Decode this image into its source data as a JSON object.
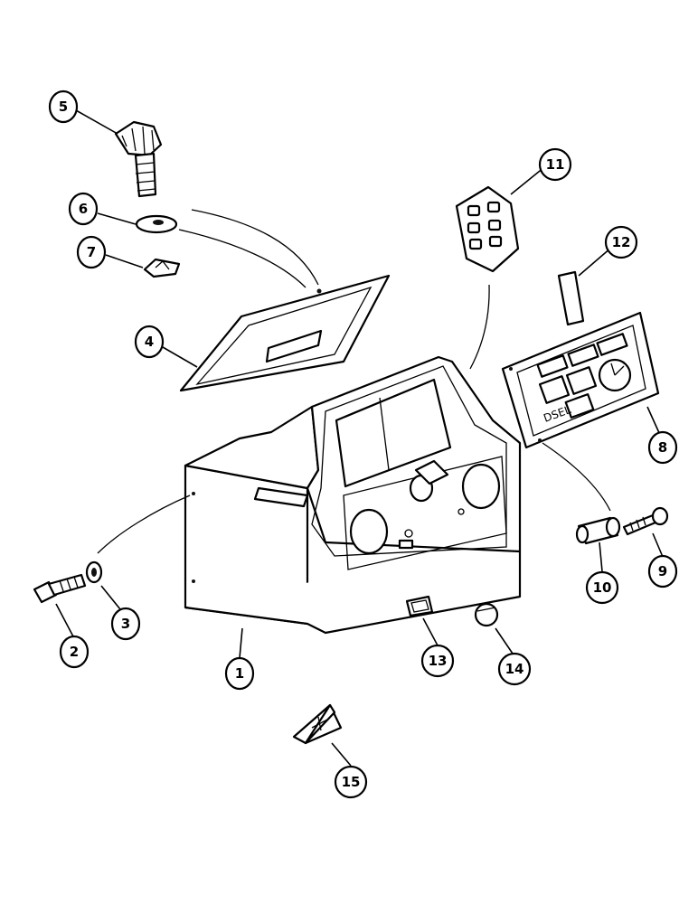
{
  "diagram": {
    "callouts": [
      {
        "id": "1",
        "label": "1"
      },
      {
        "id": "2",
        "label": "2"
      },
      {
        "id": "3",
        "label": "3"
      },
      {
        "id": "4",
        "label": "4"
      },
      {
        "id": "5",
        "label": "5"
      },
      {
        "id": "6",
        "label": "6"
      },
      {
        "id": "7",
        "label": "7"
      },
      {
        "id": "8",
        "label": "8"
      },
      {
        "id": "9",
        "label": "9"
      },
      {
        "id": "10",
        "label": "10"
      },
      {
        "id": "11",
        "label": "11"
      },
      {
        "id": "12",
        "label": "12"
      },
      {
        "id": "13",
        "label": "13"
      },
      {
        "id": "14",
        "label": "14"
      },
      {
        "id": "15",
        "label": "15"
      }
    ],
    "panel_text": "DSEL"
  }
}
